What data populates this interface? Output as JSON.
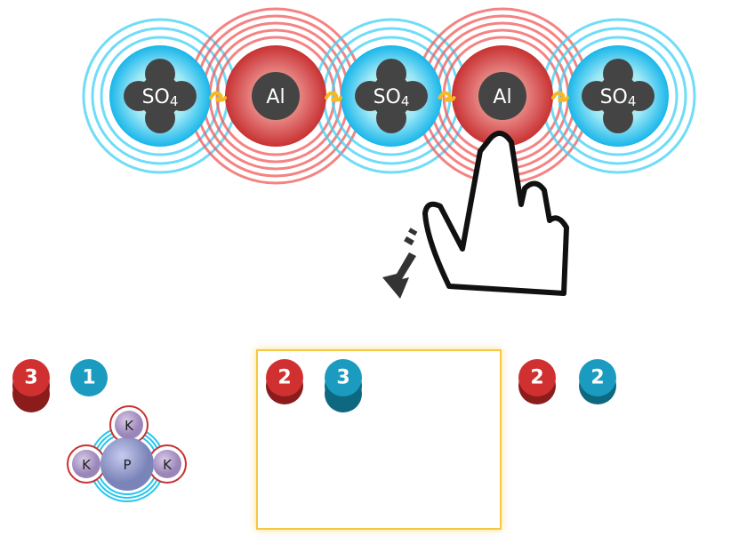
{
  "chain": [
    {
      "type": "anion",
      "label": "SO",
      "sub": "4"
    },
    {
      "type": "cation",
      "label": "Al"
    },
    {
      "type": "anion",
      "label": "SO",
      "sub": "4"
    },
    {
      "type": "cation",
      "label": "Al"
    },
    {
      "type": "anion",
      "label": "SO",
      "sub": "4"
    }
  ],
  "bond_icon": "twist-bond-icon",
  "colors": {
    "cation": "#d03030",
    "anion": "#1a9bbf",
    "anion_glow": "#3fd0f5",
    "cation_glow": "#f05a5a",
    "dropzone": "#f5c842"
  },
  "groups": [
    {
      "red": "3",
      "blue": "1"
    },
    {
      "red": "2",
      "blue": "3"
    },
    {
      "red": "2",
      "blue": "2"
    }
  ],
  "molecule": {
    "center": "P",
    "ligands": [
      "K",
      "K",
      "K"
    ]
  }
}
